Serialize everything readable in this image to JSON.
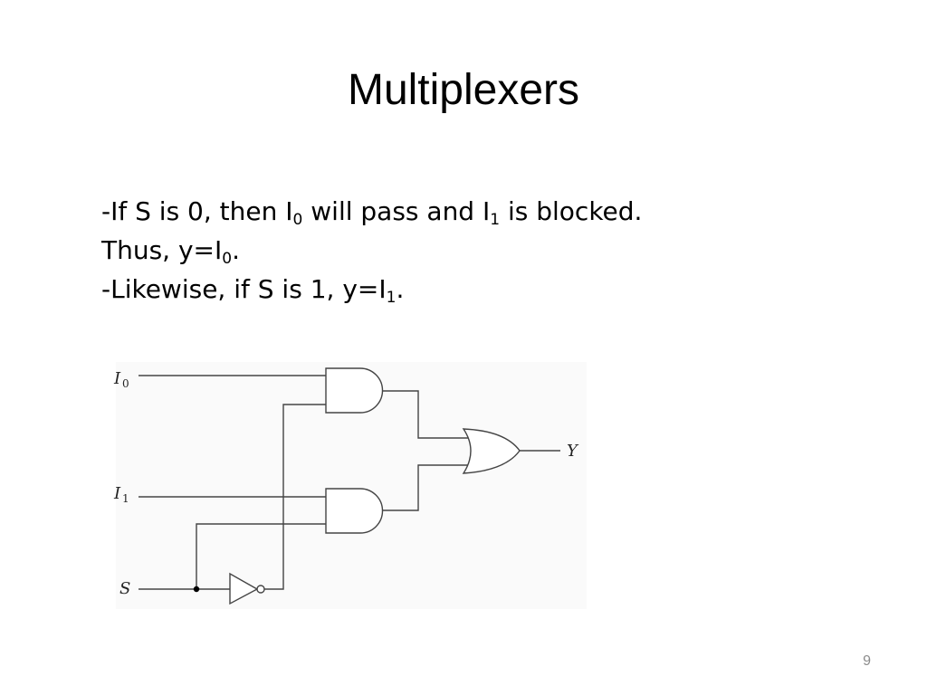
{
  "slide": {
    "title": "Multiplexers",
    "page_number": "9"
  },
  "body": {
    "line1": {
      "part1": "-If S is 0, then I",
      "sub1": "0",
      "part2": " will pass and I",
      "sub2": "1",
      "part3": " is blocked."
    },
    "line2": {
      "part1": "Thus, y=I",
      "sub1": "0",
      "part2": "."
    },
    "line3": {
      "part1": "-Likewise, if S is 1, y=I",
      "sub1": "1",
      "part2": "."
    }
  },
  "circuit": {
    "input_i0": {
      "label": "I",
      "sub": "0"
    },
    "input_i1": {
      "label": "I",
      "sub": "1"
    },
    "input_s": {
      "label": "S"
    },
    "output_y": {
      "label": "Y"
    }
  }
}
